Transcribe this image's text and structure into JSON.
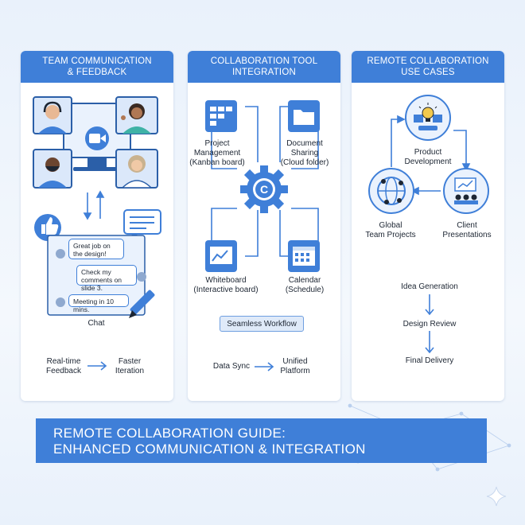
{
  "panels": {
    "communication": {
      "title_line1": "TEAM COMMUNICATION",
      "title_line2": "& FEEDBACK",
      "messages": [
        "Great job on the design!",
        "Check my comments on slide 3.",
        "Meeting in 10 mins."
      ],
      "chat_label": "Chat",
      "flow_left_line1": "Real-time",
      "flow_left_line2": "Feedback",
      "flow_right_line1": "Faster",
      "flow_right_line2": "Iteration"
    },
    "integration": {
      "title_line1": "COLLABORATION TOOL",
      "title_line2": "INTEGRATION",
      "hub_letter": "C",
      "tools": [
        {
          "line1": "Project",
          "line2": "Management",
          "line3": "(Kanban board)"
        },
        {
          "line1": "Document",
          "line2": "Sharing",
          "line3": "(Cloud folder)"
        },
        {
          "line1": "Whiteboard",
          "line2": "(Interactive board)"
        },
        {
          "line1": "Calendar",
          "line2": "(Schedule)"
        }
      ],
      "workflow_label": "Seamless Workflow",
      "flow_left": "Data Sync",
      "flow_right_line1": "Unified",
      "flow_right_line2": "Platform"
    },
    "use_cases": {
      "title_line1": "REMOTE COLLABORATION",
      "title_line2": "USE CASES",
      "cases": [
        {
          "line1": "Product",
          "line2": "Development"
        },
        {
          "line1": "Global",
          "line2": "Team Projects"
        },
        {
          "line1": "Client",
          "line2": "Presentations"
        }
      ],
      "steps": [
        "Idea Generation",
        "Design Review",
        "Final Delivery"
      ]
    }
  },
  "banner": {
    "line1": "REMOTE COLLABORATION GUIDE:",
    "line2": "ENHANCED COMMUNICATION & INTEGRATION"
  },
  "colors": {
    "accent": "#3f7fd8",
    "light_accent": "#dfeaf9",
    "background": "#eef4fb"
  },
  "icons": [
    "headset-person-icon",
    "video-camera-icon",
    "thumbs-up-icon",
    "chat-bubble-icon",
    "pencil-icon",
    "kanban-icon",
    "folder-icon",
    "gear-hub-icon",
    "whiteboard-icon",
    "calendar-icon",
    "lightbulb-icon",
    "globe-icon",
    "presentation-icon",
    "sparkle-icon"
  ]
}
